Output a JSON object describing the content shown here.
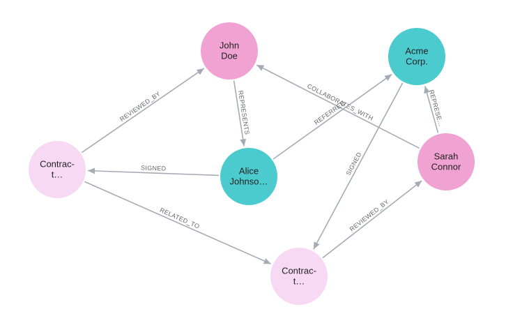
{
  "colors": {
    "person": "#f0a3d2",
    "organization": "#4ccbcf",
    "contract": "#f7d9f3",
    "edge": "#a5abb6",
    "edge_label": "#666666"
  },
  "nodes": [
    {
      "id": "john",
      "lines": [
        "John",
        "Doe"
      ],
      "kind": "person"
    },
    {
      "id": "acme",
      "lines": [
        "Acme",
        "Corp."
      ],
      "kind": "organization"
    },
    {
      "id": "alice",
      "lines": [
        "Alice",
        "Johnso…"
      ],
      "kind": "organization"
    },
    {
      "id": "sarah",
      "lines": [
        "Sarah",
        "Connor"
      ],
      "kind": "person"
    },
    {
      "id": "contract_a",
      "lines": [
        "Contrac-",
        "t…"
      ],
      "kind": "contract"
    },
    {
      "id": "contract_b",
      "lines": [
        "Contrac-",
        "t…"
      ],
      "kind": "contract"
    }
  ],
  "edges": [
    {
      "from": "contract_a",
      "to": "john",
      "label": "REVIEWED_BY"
    },
    {
      "from": "john",
      "to": "alice",
      "label": "REPRESENTS"
    },
    {
      "from": "sarah",
      "to": "john",
      "label": "COLLABORATES_WITH"
    },
    {
      "from": "alice",
      "to": "acme",
      "label": "REFERRED"
    },
    {
      "from": "sarah",
      "to": "acme",
      "label": "REPRESE…"
    },
    {
      "from": "alice",
      "to": "contract_a",
      "label": "SIGNED"
    },
    {
      "from": "acme",
      "to": "contract_b",
      "label": "SIGNED"
    },
    {
      "from": "contract_a",
      "to": "contract_b",
      "label": "RELATED_TO"
    },
    {
      "from": "contract_b",
      "to": "sarah",
      "label": "REVIEWED_BY"
    }
  ]
}
